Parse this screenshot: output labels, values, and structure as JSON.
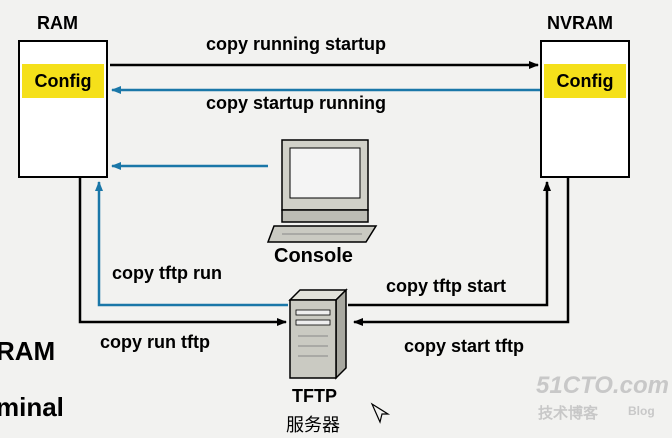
{
  "boxes": {
    "ram": {
      "title": "RAM",
      "config": "Config"
    },
    "nvram": {
      "title": "NVRAM",
      "config": "Config"
    }
  },
  "arrows": {
    "copy_running_startup": "copy running startup",
    "copy_startup_running": "copy startup running",
    "copy_tftp_run": "copy tftp run",
    "copy_run_tftp": "copy run tftp",
    "copy_tftp_start": "copy tftp start",
    "copy_start_tftp": "copy start tftp"
  },
  "console": {
    "label": "Console"
  },
  "tftp": {
    "label": "TFTP",
    "sublabel": "服务器"
  },
  "left_fragments": {
    "line1": "RAM",
    "line2": "minal"
  },
  "watermark": {
    "logo": "51CTO.com",
    "sub": "技术博客",
    "blog": "Blog"
  },
  "colors": {
    "black_arrow": "#000000",
    "blue_arrow": "#1a77a8",
    "config_fill": "#f5e01a"
  }
}
